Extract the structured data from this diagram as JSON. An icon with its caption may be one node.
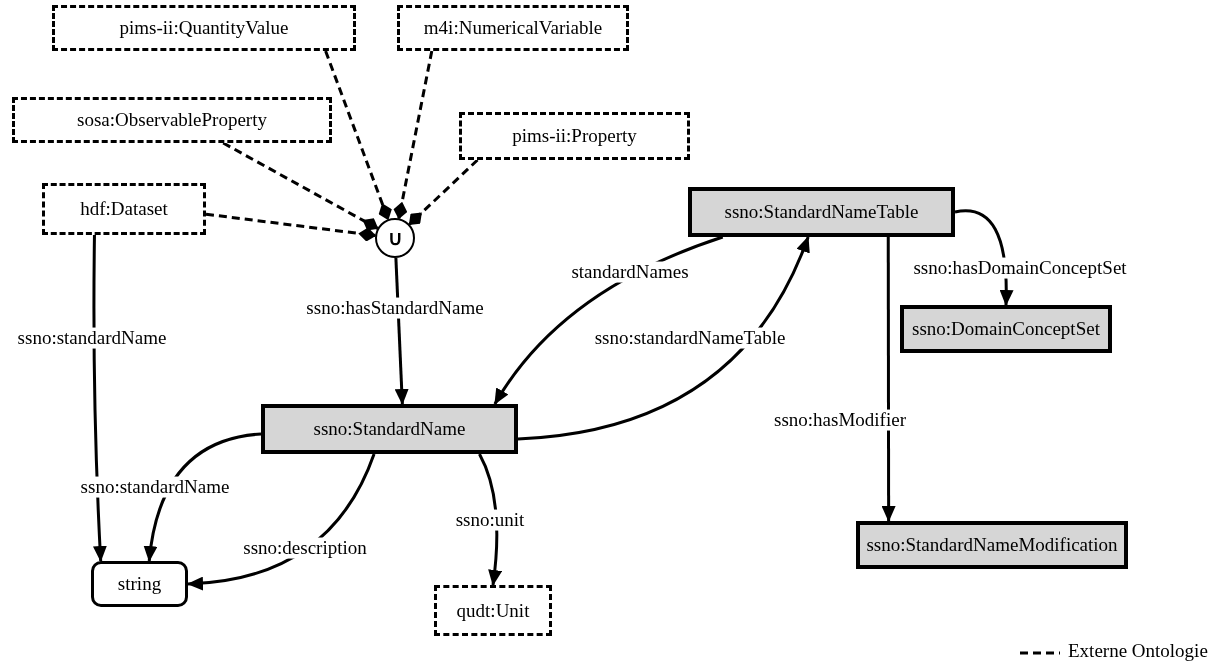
{
  "diagram": {
    "nodes": [
      {
        "text": [
          "pims-ii:QuantityValue"
        ]
      },
      {
        "text": [
          "m4i:NumericalVariable"
        ]
      },
      {
        "text": [
          "sosa:ObservableProperty"
        ]
      },
      {
        "text": [
          "pims-ii:Property"
        ]
      },
      {
        "text": [
          "hdf:Dataset"
        ]
      },
      {
        "text": [
          "∪"
        ]
      },
      {
        "text": [
          "ssno:StandardNameTable"
        ]
      },
      {
        "text": [
          "ssno:DomainConceptSet"
        ]
      },
      {
        "text": [
          "ssno:StandardName"
        ]
      },
      {
        "text": [
          "ssno:StandardNameModification"
        ]
      },
      {
        "text": [
          "string"
        ]
      },
      {
        "text": [
          "qudt:Unit"
        ]
      }
    ],
    "edges": [
      {
        "from": 0,
        "to": 5,
        "arrow": "other",
        "style": "dashed"
      },
      {
        "from": 1,
        "to": 5,
        "arrow": "other",
        "style": "dashed"
      },
      {
        "from": 2,
        "to": 5,
        "arrow": "other",
        "style": "dashed"
      },
      {
        "from": 3,
        "to": 5,
        "arrow": "other",
        "style": "dashed"
      },
      {
        "from": 4,
        "to": 5,
        "arrow": "other",
        "style": "dashed"
      },
      {
        "from": 5,
        "to": 8,
        "arrow": "to",
        "label": "ssno:hasStandardName"
      },
      {
        "from": 4,
        "to": 10,
        "arrow": "to",
        "label": "ssno:standardName"
      },
      {
        "from": 6,
        "to": 8,
        "arrow": "to",
        "label": "standardNames"
      },
      {
        "from": 8,
        "to": 6,
        "arrow": "to",
        "label": "ssno:standardNameTable"
      },
      {
        "from": 6,
        "to": 7,
        "arrow": "to",
        "label": "ssno:hasDomainConceptSet"
      },
      {
        "from": 6,
        "to": 9,
        "arrow": "to",
        "label": "ssno:hasModifier"
      },
      {
        "from": 8,
        "to": 10,
        "arrow": "to",
        "label": "ssno:standardName"
      },
      {
        "from": 8,
        "to": 10,
        "arrow": "to",
        "label": "ssno:description"
      },
      {
        "from": 8,
        "to": 11,
        "arrow": "to",
        "label": "ssno:unit"
      }
    ],
    "legend": [
      {
        "text": "Externe Ontologie"
      }
    ]
  }
}
